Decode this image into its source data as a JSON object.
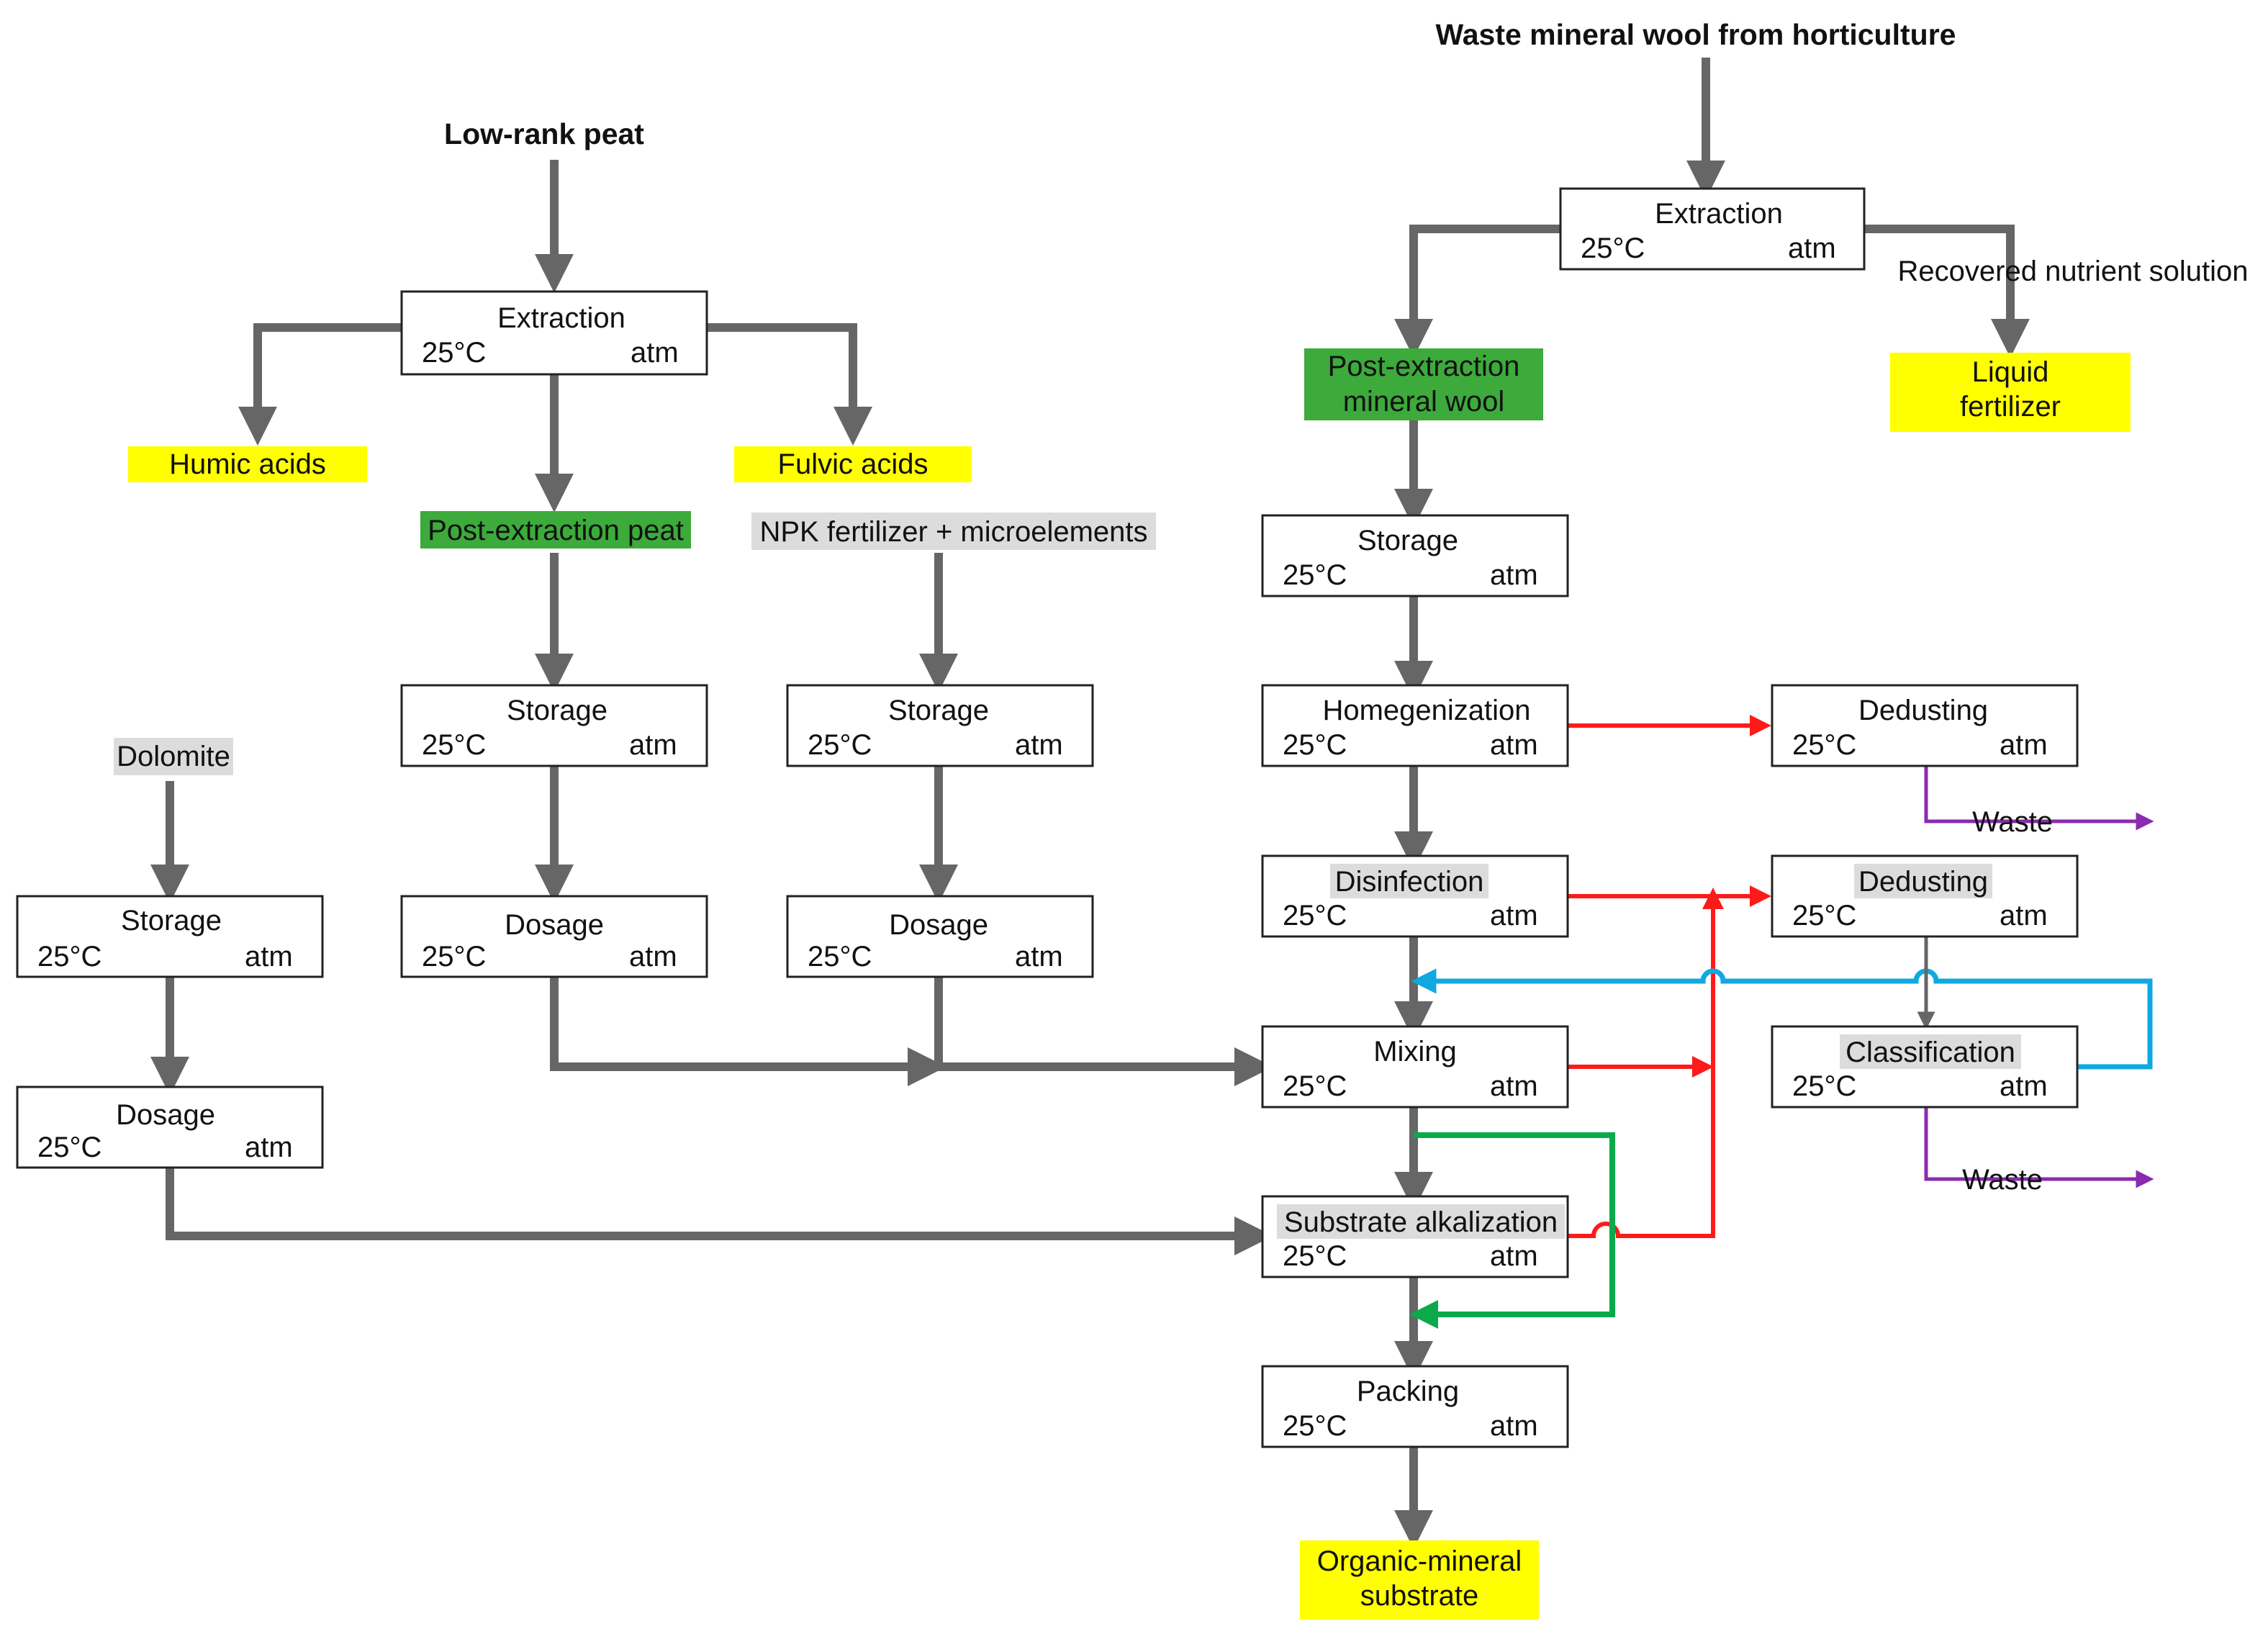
{
  "sources": {
    "peat": "Low-rank peat",
    "wool": "Waste mineral wool from horticulture"
  },
  "labels": {
    "humic": "Humic acids",
    "fulvic": "Fulvic acids",
    "post_peat": "Post-extraction peat",
    "npk": "NPK fertilizer + microelements",
    "dolomite": "Dolomite",
    "post_wool_1": "Post-extraction",
    "post_wool_2": "mineral wool",
    "recovered": "Recovered nutrient solution",
    "liquid_1": "Liquid",
    "liquid_2": "fertilizer",
    "product_1": "Organic-mineral",
    "product_2": "substrate",
    "waste1": "Waste",
    "waste2": "Waste"
  },
  "boxes": {
    "extraction_peat": {
      "title": "Extraction",
      "temp": "25°C",
      "pressure": "atm"
    },
    "storage_peat": {
      "title": "Storage",
      "temp": "25°C",
      "pressure": "atm"
    },
    "storage_npk": {
      "title": "Storage",
      "temp": "25°C",
      "pressure": "atm"
    },
    "storage_dolomite": {
      "title": "Storage",
      "temp": "25°C",
      "pressure": "atm"
    },
    "dosage_peat": {
      "title": "Dosage",
      "temp": "25°C",
      "pressure": "atm"
    },
    "dosage_npk": {
      "title": "Dosage",
      "temp": "25°C",
      "pressure": "atm"
    },
    "dosage_dolomite": {
      "title": "Dosage",
      "temp": "25°C",
      "pressure": "atm"
    },
    "extraction_wool": {
      "title": "Extraction",
      "temp": "25°C",
      "pressure": "atm"
    },
    "storage_wool": {
      "title": "Storage",
      "temp": "25°C",
      "pressure": "atm"
    },
    "homogenization": {
      "title": "Homegenization",
      "temp": "25°C",
      "pressure": "atm"
    },
    "disinfection": {
      "title": "Disinfection",
      "temp": "25°C",
      "pressure": "atm"
    },
    "mixing": {
      "title": "Mixing",
      "temp": "25°C",
      "pressure": "atm"
    },
    "alkalization": {
      "title": "Substrate alkalization",
      "temp": "25°C",
      "pressure": "atm"
    },
    "packing": {
      "title": "Packing",
      "temp": "25°C",
      "pressure": "atm"
    },
    "dedusting1": {
      "title": "Dedusting",
      "temp": "25°C",
      "pressure": "atm"
    },
    "dedusting2": {
      "title": "Dedusting",
      "temp": "25°C",
      "pressure": "atm"
    },
    "classification": {
      "title": "Classification",
      "temp": "25°C",
      "pressure": "atm"
    }
  },
  "colors": {
    "yellow": "#ffff00",
    "green": "#3daa3c",
    "highlight_gray": "#dcdcdc",
    "flow_gray": "#666666",
    "red": "#ff1a1a",
    "blue": "#10a8e0",
    "green_line": "#0aaa4a",
    "purple": "#8a2bb0"
  }
}
